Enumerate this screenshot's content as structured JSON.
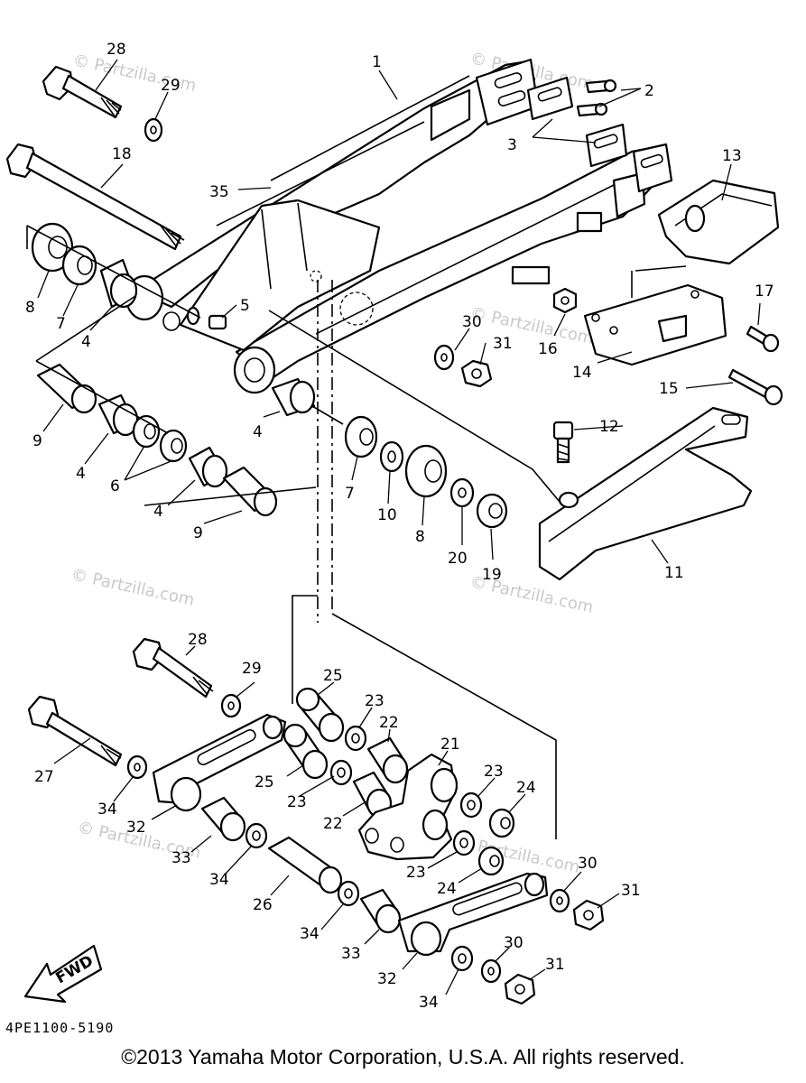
{
  "watermark": "© Partzilla.com",
  "fwd_label": "FWD",
  "diagram_code": "4PE1100-5190",
  "copyright": "©2013 Yamaha Motor Corporation, U.S.A. All rights reserved.",
  "callouts": {
    "c1": "1",
    "c2": "2",
    "c3": "3",
    "c4a": "4",
    "c4b": "4",
    "c4c": "4",
    "c4d": "4",
    "c5": "5",
    "c6": "6",
    "c7a": "7",
    "c7b": "7",
    "c8a": "8",
    "c8b": "8",
    "c9a": "9",
    "c9b": "9",
    "c10": "10",
    "c11": "11",
    "c12": "12",
    "c13": "13",
    "c14": "14",
    "c15": "15",
    "c16": "16",
    "c17": "17",
    "c18": "18",
    "c19": "19",
    "c20": "20",
    "c21": "21",
    "c22a": "22",
    "c22b": "22",
    "c23a": "23",
    "c23b": "23",
    "c23c": "23",
    "c23d": "23",
    "c24a": "24",
    "c24b": "24",
    "c25a": "25",
    "c25b": "25",
    "c26": "26",
    "c27": "27",
    "c28a": "28",
    "c28b": "28",
    "c29a": "29",
    "c29b": "29",
    "c30a": "30",
    "c30b": "30",
    "c30c": "30",
    "c31a": "31",
    "c31b": "31",
    "c31c": "31",
    "c32a": "32",
    "c32b": "32",
    "c33a": "33",
    "c33b": "33",
    "c34a": "34",
    "c34b": "34",
    "c34c": "34",
    "c34d": "34",
    "c35": "35"
  }
}
